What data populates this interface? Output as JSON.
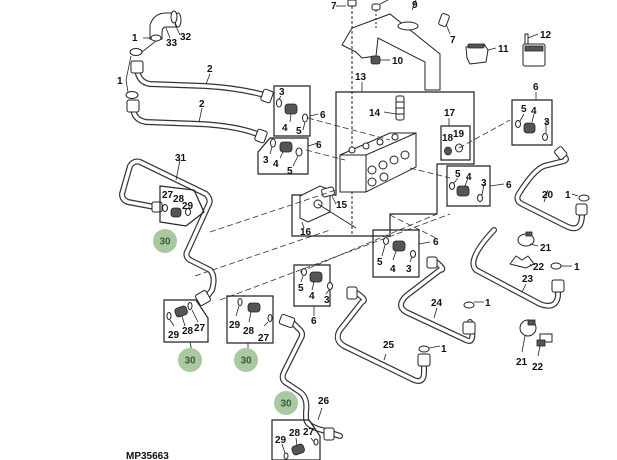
{
  "diagram": {
    "figure_code": "MP35663",
    "badge_color": "#a9c9a0",
    "badge_text_color": "#3d5a3a",
    "callouts": {
      "c1a": "1",
      "c1b": "1",
      "c1c": "1",
      "c1d": "1",
      "c1e": "1",
      "c1f": "1",
      "c2a": "2",
      "c2b": "2",
      "c3a": "3",
      "c3b": "3",
      "c3c": "3",
      "c3d": "3",
      "c3e": "3",
      "c3f": "3",
      "c4a": "4",
      "c4b": "4",
      "c4c": "4",
      "c4d": "4",
      "c4e": "4",
      "c4f": "4",
      "c5a": "5",
      "c5b": "5",
      "c5c": "5",
      "c5d": "5",
      "c5e": "5",
      "c5f": "5",
      "c6a": "6",
      "c6b": "6",
      "c6c": "6",
      "c6d": "6",
      "c6e": "6",
      "c6f": "6",
      "c7a": "7",
      "c7b": "7",
      "c9": "9",
      "c10": "10",
      "c11": "11",
      "c12": "12",
      "c13": "13",
      "c14": "14",
      "c15": "15",
      "c16": "16",
      "c17": "17",
      "c18": "18",
      "c19": "19",
      "c20": "20",
      "c21a": "21",
      "c21b": "21",
      "c22a": "22",
      "c22b": "22",
      "c23": "23",
      "c24": "24",
      "c25": "25",
      "c26": "26",
      "c27a": "27",
      "c27b": "27",
      "c27c": "27",
      "c27d": "27",
      "c28a": "28",
      "c28b": "28",
      "c28c": "28",
      "c28d": "28",
      "c29a": "29",
      "c29b": "29",
      "c29c": "29",
      "c29d": "29",
      "c30a": "30",
      "c30b": "30",
      "c30c": "30",
      "c30d": "30",
      "c31": "31",
      "c32": "32",
      "c33": "33"
    }
  }
}
